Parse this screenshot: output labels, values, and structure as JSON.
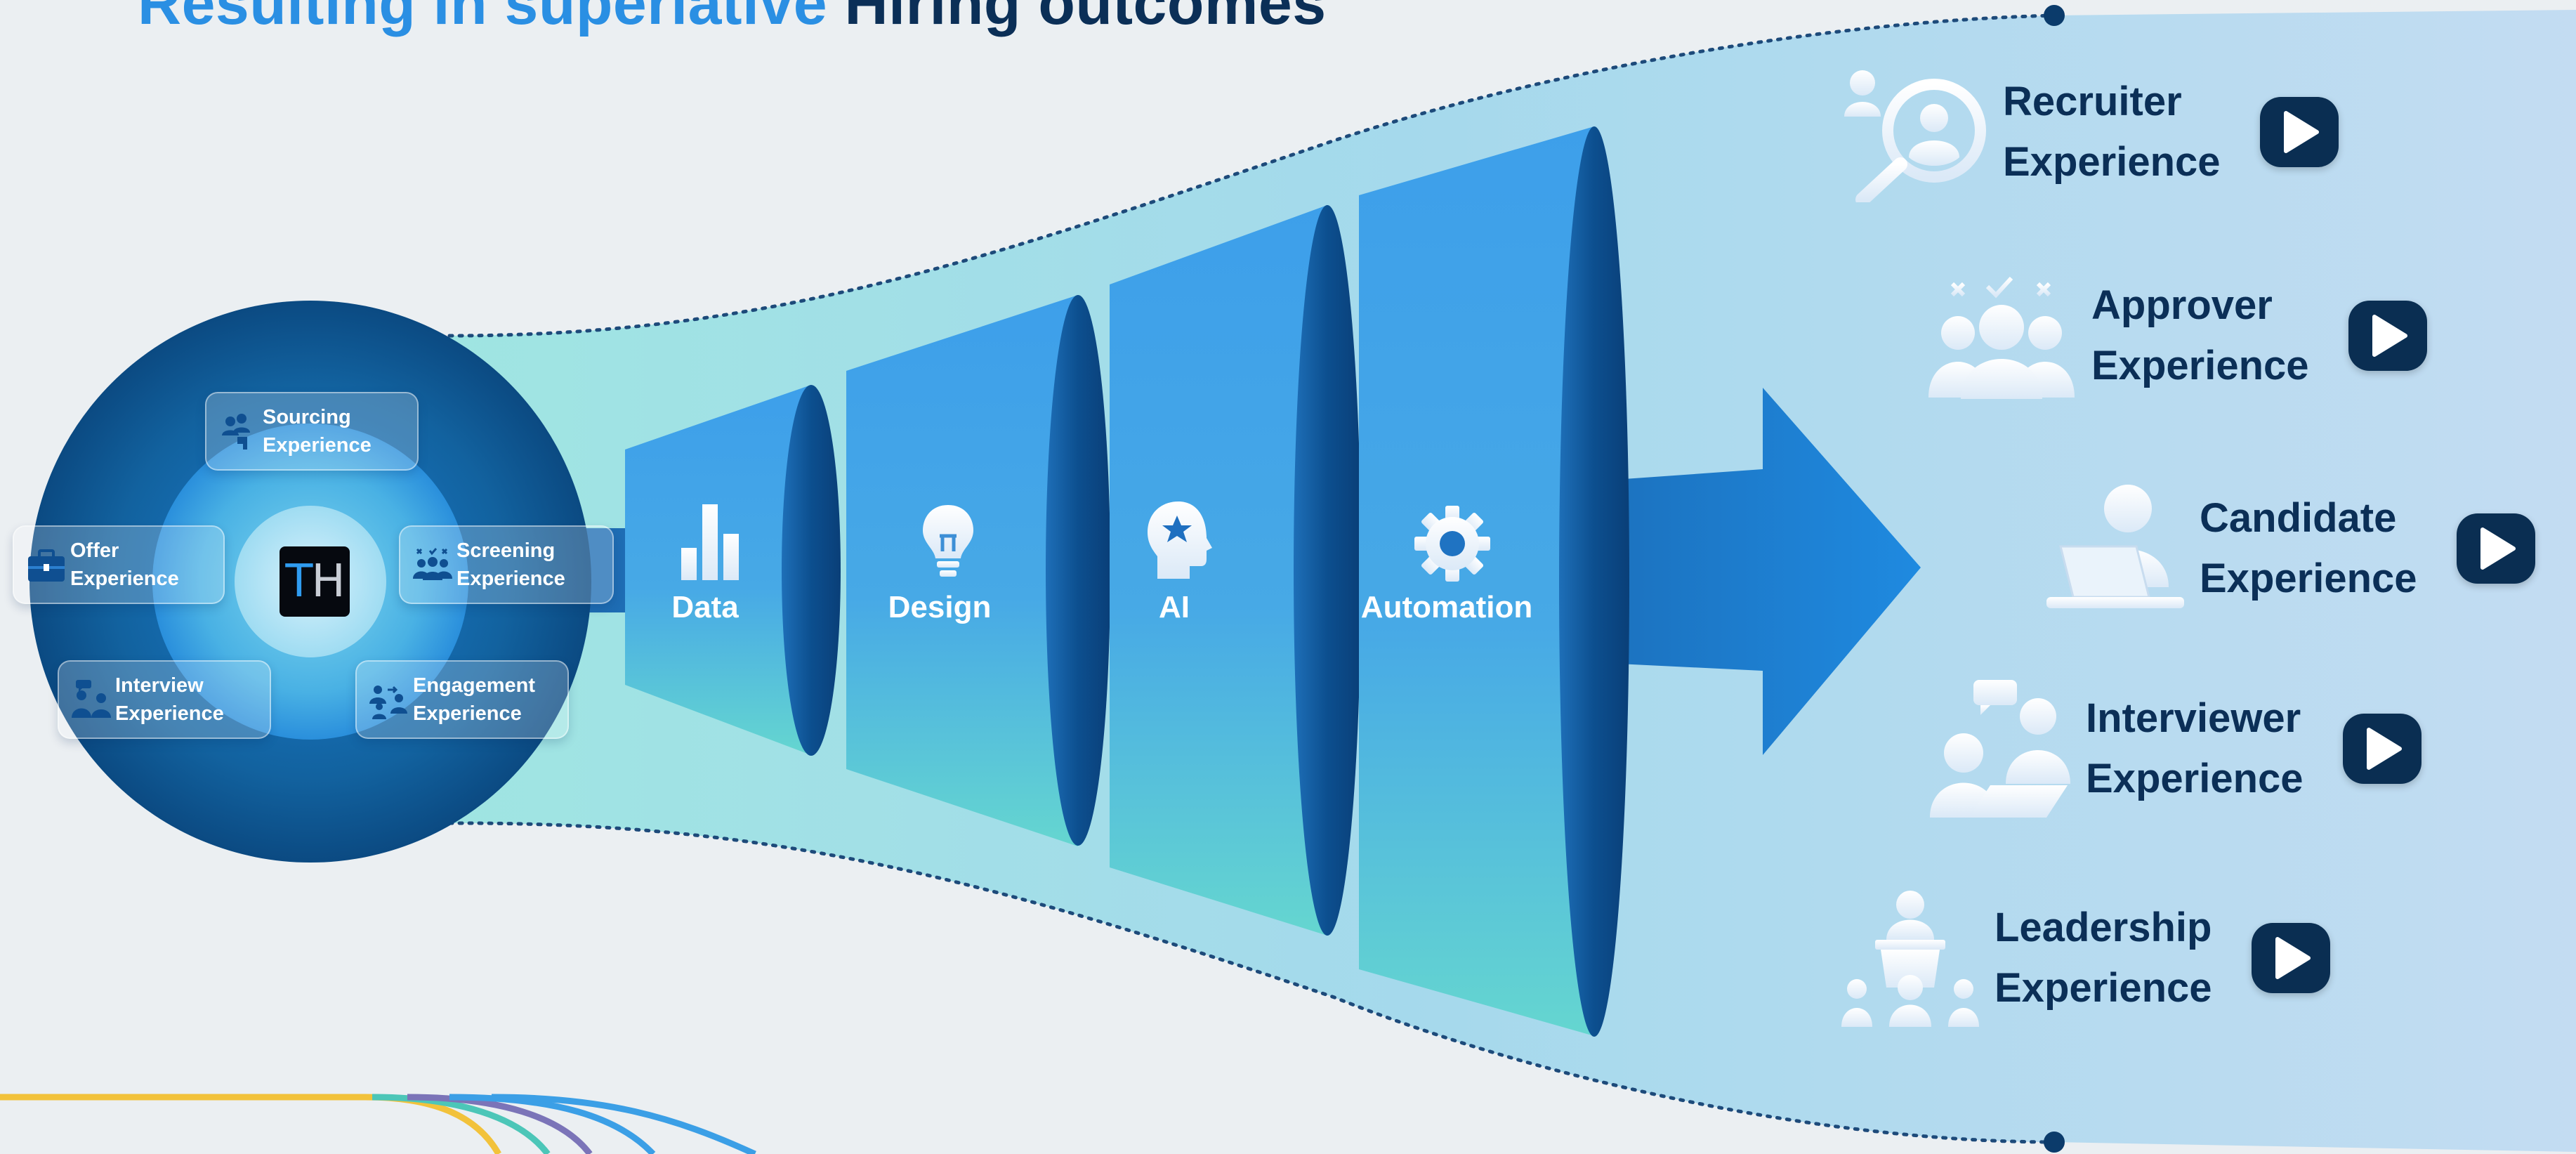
{
  "headline": {
    "part_blue": "Resulting in superlative",
    "part_dark": "Hiring outcomes"
  },
  "hub": {
    "logo_letter_t": "T",
    "logo_letter_h": "H",
    "chips": [
      {
        "id": "sourcing",
        "line1": "Sourcing",
        "line2": "Experience",
        "icon": "sourcing-icon"
      },
      {
        "id": "offer",
        "line1": "Offer",
        "line2": "Experience",
        "icon": "briefcase-icon"
      },
      {
        "id": "screening",
        "line1": "Screening",
        "line2": "Experience",
        "icon": "screening-icon"
      },
      {
        "id": "interview",
        "line1": "Interview",
        "line2": "Experience",
        "icon": "interview-icon"
      },
      {
        "id": "engagement",
        "line1": "Engagement",
        "line2": "Experience",
        "icon": "engagement-icon"
      }
    ]
  },
  "funnel": {
    "stages": [
      {
        "label": "Data",
        "icon": "bar-chart-icon"
      },
      {
        "label": "Design",
        "icon": "lightbulb-icon"
      },
      {
        "label": "AI",
        "icon": "ai-head-icon"
      },
      {
        "label": "Automation",
        "icon": "gear-icon"
      }
    ]
  },
  "outcomes": [
    {
      "line1": "Recruiter",
      "line2": "Experience",
      "icon": "recruiter-search-icon"
    },
    {
      "line1": "Approver",
      "line2": "Experience",
      "icon": "approver-group-icon"
    },
    {
      "line1": "Candidate",
      "line2": "Experience",
      "icon": "candidate-laptop-icon"
    },
    {
      "line1": "Interviewer",
      "line2": "Experience",
      "icon": "interviewer-icon"
    },
    {
      "line1": "Leadership",
      "line2": "Experience",
      "icon": "leadership-podium-icon"
    }
  ],
  "colors": {
    "accent_blue": "#2a8fe3",
    "navy": "#0b2f57",
    "teal": "#62d6d2",
    "background": "#ebeff2"
  }
}
